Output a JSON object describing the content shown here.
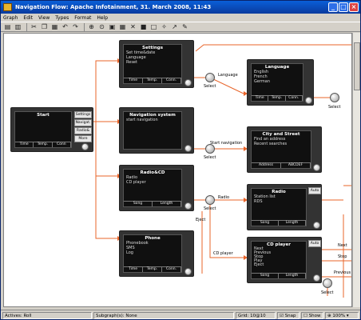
{
  "window": {
    "title": "Navigation Flow: Apache Infotainment, 31. March 2008, 11:43"
  },
  "menu": [
    "Graph",
    "Edit",
    "View",
    "Types",
    "Format",
    "Help"
  ],
  "screens": {
    "start": {
      "title": "Start",
      "tabs": [
        "Time",
        "Temp.",
        "Conn"
      ],
      "side": [
        "Settings",
        "Navigat.",
        "Radio&",
        "More"
      ]
    },
    "settings": {
      "title": "Settings",
      "lines": [
        "Set time&date",
        "Language",
        "Reset"
      ],
      "tabs": [
        "Time",
        "Temp.",
        "Conn."
      ]
    },
    "language": {
      "title": "Language",
      "lines": [
        "English",
        "French",
        "German"
      ],
      "tabs": [
        "Time",
        "Temp.",
        "Conn."
      ]
    },
    "navigation": {
      "title": "Navigation system",
      "lines": [
        "start navigation"
      ]
    },
    "city": {
      "title": "City and Street",
      "lines": [
        "Find an address",
        "Recent searches"
      ],
      "tabs": [
        "Address",
        "ABCDEF"
      ]
    },
    "radiocd": {
      "title": "Radio&CD",
      "lines": [
        "Radio",
        "CD player"
      ],
      "tabs": [
        "Song",
        "Length"
      ]
    },
    "radio": {
      "title": "Radio",
      "lines": [
        "Station list",
        "RDS"
      ],
      "tabs": [
        "Song",
        "Length"
      ],
      "side": [
        "Auto"
      ]
    },
    "phone": {
      "title": "Phone",
      "lines": [
        "Phonebook",
        "SMS",
        "Log"
      ],
      "tabs": [
        "Time",
        "Temp.",
        "Conn."
      ]
    },
    "cdplayer": {
      "title": "CD player",
      "lines": [
        "Next",
        "Previous",
        "Stop",
        "Play",
        "Eject"
      ],
      "tabs": [
        "Song",
        "Length"
      ],
      "side": [
        "Auto"
      ]
    }
  },
  "wire_labels": {
    "select1": "Select",
    "language": "Language",
    "select2": "Select",
    "select3": "Select",
    "start_navigation": "Start navigation",
    "select4": "Select",
    "radio": "Radio",
    "eject": "Eject",
    "cd_player": "CD player",
    "next": "Next",
    "stop": "Stop",
    "previous": "Previous",
    "select5": "Select"
  },
  "status": {
    "actives": "Actives: Roll",
    "subgraphs": "Subgraph(s): None",
    "grid": "Grid: 10@10",
    "snap": "Snap",
    "show": "Show",
    "zoom": "100%"
  },
  "colors": {
    "wire": "#e8642a",
    "titlebar": "#0a4ccf"
  }
}
